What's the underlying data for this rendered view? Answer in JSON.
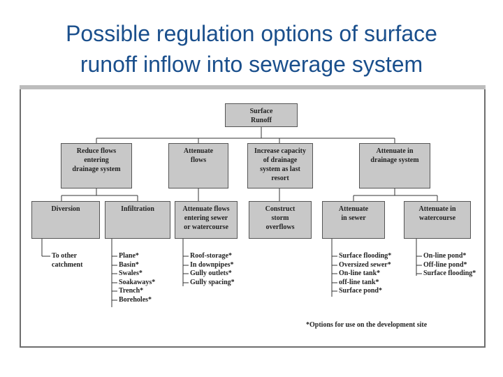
{
  "title": {
    "line1": "Possible regulation options of surface",
    "line2": "runoff inflow into sewerage system"
  },
  "diagram": {
    "root": {
      "line1": "Surface",
      "line2": "Runoff"
    },
    "level1": [
      {
        "lines": [
          "Reduce flows",
          "entering",
          "drainage system"
        ]
      },
      {
        "lines": [
          "Attenuate",
          "flows"
        ]
      },
      {
        "lines": [
          "Increase capacity",
          "of drainage",
          "system as last",
          "resort"
        ]
      },
      {
        "lines": [
          "Attenuate in",
          "drainage system"
        ]
      }
    ],
    "level2": [
      {
        "lines": [
          "Diversion"
        ]
      },
      {
        "lines": [
          "Infiltration"
        ]
      },
      {
        "lines": [
          "Attenuate flows",
          "entering sewer",
          "or watercourse"
        ]
      },
      {
        "lines": [
          "Construct",
          "storm",
          "overflows"
        ]
      },
      {
        "lines": [
          "Attenuate",
          "in sewer"
        ]
      },
      {
        "lines": [
          "Attenuate in",
          "watercourse"
        ]
      }
    ],
    "lists": {
      "diversion": [
        "To other",
        "catchment"
      ],
      "infiltration": [
        "Plane*",
        "Basin*",
        "Swales*",
        "Soakaways*",
        "Trench*",
        "Boreholes*"
      ],
      "attenuate_flows": [
        "Roof-storage*",
        "In downpipes*",
        "Gully outlets*",
        "Gully spacing*"
      ],
      "in_sewer": [
        "Surface flooding*",
        "Oversized sewer*",
        "On-line tank*",
        "off-line tank*",
        "Surface pond*"
      ],
      "in_watercourse": [
        "On-line pond*",
        "Off-line pond*",
        "Surface flooding*"
      ]
    },
    "footnote": "*Options for use on the development site"
  }
}
